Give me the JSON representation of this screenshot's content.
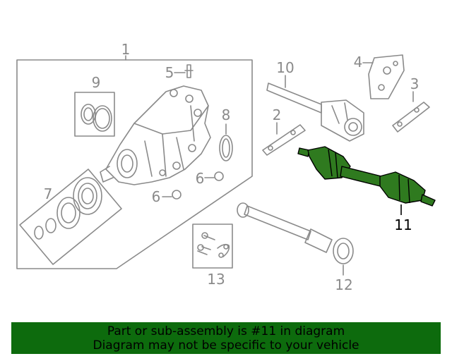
{
  "diagram": {
    "callouts": {
      "c1": "1",
      "c2": "2",
      "c3": "3",
      "c4": "4",
      "c5": "5",
      "c6a": "6",
      "c6b": "6",
      "c7": "7",
      "c8": "8",
      "c9": "9",
      "c10": "10",
      "c11": "11",
      "c12": "12",
      "c13": "13"
    },
    "highlight_part": "11",
    "colors": {
      "line": "#8a8a8a",
      "highlight_fill": "#2f7a1f",
      "highlight_stroke": "#000000",
      "banner_bg": "#0d6b0d"
    }
  },
  "banner": {
    "line1": "Part or sub-assembly is #11 in diagram",
    "line2": "Diagram may not be specific to your vehicle"
  }
}
